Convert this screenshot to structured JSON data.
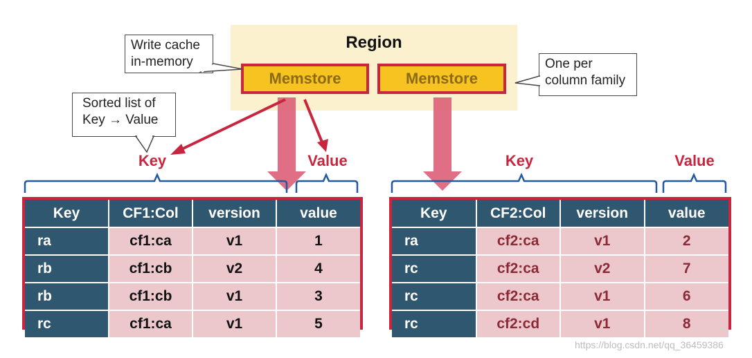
{
  "region": {
    "title": "Region"
  },
  "memstores": [
    {
      "label": "Memstore"
    },
    {
      "label": "Memstore"
    }
  ],
  "callouts": {
    "write_cache": "Write cache\nin-memory",
    "sorted_list": "Sorted list of\nKey → Value",
    "one_per": "One per\ncolumn family"
  },
  "labels": {
    "key_left": "Key",
    "value_left": "Value",
    "key_right": "Key",
    "value_right": "Value"
  },
  "tables": [
    {
      "headers": [
        "Key",
        "CF1:Col",
        "version",
        "value"
      ],
      "rows": [
        [
          "ra",
          "cf1:ca",
          "v1",
          "1"
        ],
        [
          "rb",
          "cf1:cb",
          "v2",
          "4"
        ],
        [
          "rb",
          "cf1:cb",
          "v1",
          "3"
        ],
        [
          "rc",
          "cf1:ca",
          "v1",
          "5"
        ]
      ]
    },
    {
      "headers": [
        "Key",
        "CF2:Col",
        "version",
        "value"
      ],
      "rows": [
        [
          "ra",
          "cf2:ca",
          "v1",
          "2"
        ],
        [
          "rc",
          "cf2:ca",
          "v2",
          "7"
        ],
        [
          "rc",
          "cf2:ca",
          "v1",
          "6"
        ],
        [
          "rc",
          "cf2:cd",
          "v1",
          "8"
        ]
      ]
    }
  ],
  "watermark": "https://blog.csdn.net/qq_36459386",
  "colors": {
    "accent_red": "#c8253f",
    "memstore_yellow": "#f7c320",
    "region_bg": "#fbf1cf",
    "header_blue": "#2f5770",
    "cell_pink": "#ecc8cc",
    "brace_blue": "#1f5aa0",
    "flow_arrow": "#dd5f78"
  }
}
